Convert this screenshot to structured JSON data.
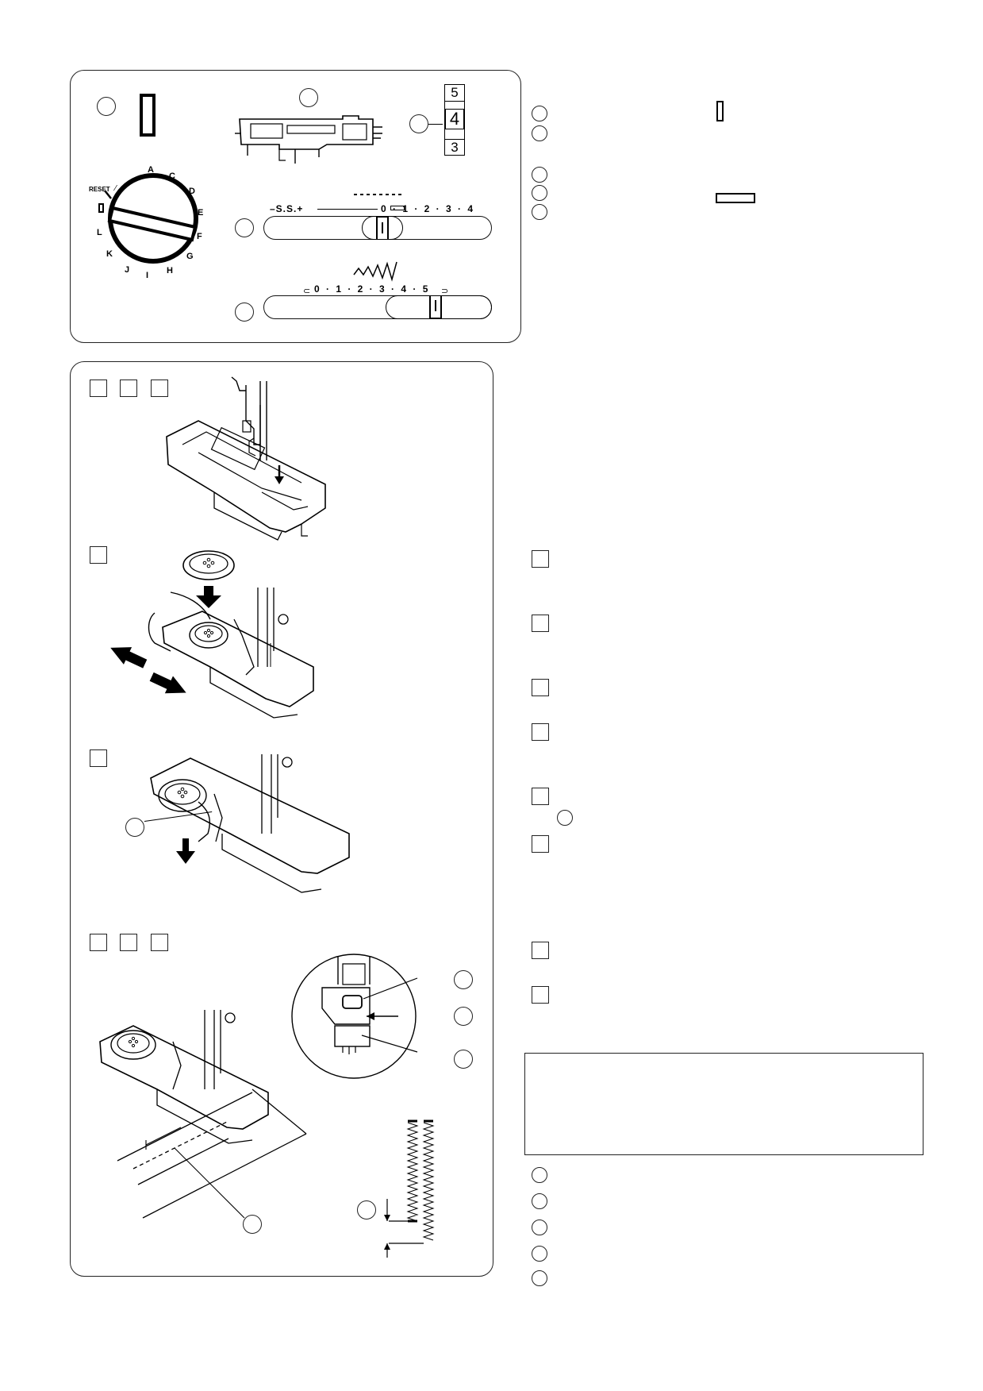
{
  "settings_panel": {
    "dial": {
      "reset_label": "RESET",
      "letters": [
        "A",
        "C",
        "D",
        "E",
        "F",
        "G",
        "H",
        "I",
        "J",
        "K",
        "L"
      ]
    },
    "needle_position_scale": {
      "numbers": [
        "4",
        "5",
        "3"
      ]
    },
    "stitch_length_scale": {
      "label": "–S.S.+",
      "ticks": "0 · 1 · 2 · 3 · 4"
    },
    "stitch_width_scale": {
      "ticks": "0 · 1 · 2 · 3 · 4 · 5"
    }
  }
}
